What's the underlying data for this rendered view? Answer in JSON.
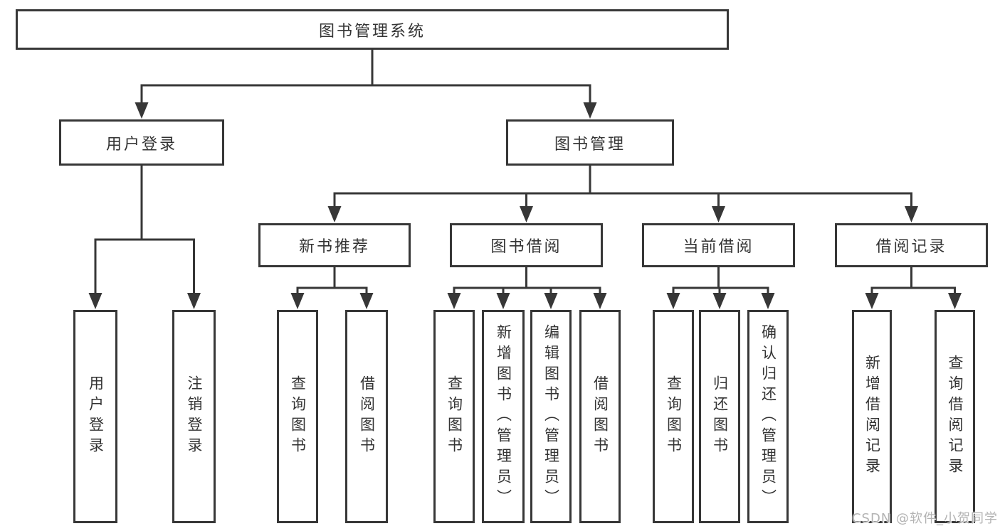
{
  "tree": {
    "label": "图书管理系统",
    "children": [
      {
        "label": "用户登录",
        "children": [
          {
            "label": "用户登录"
          },
          {
            "label": "注销登录"
          }
        ]
      },
      {
        "label": "图书管理",
        "children": [
          {
            "label": "新书推荐",
            "children": [
              {
                "label": "查询图书"
              },
              {
                "label": "借阅图书"
              }
            ]
          },
          {
            "label": "图书借阅",
            "children": [
              {
                "label": "查询图书"
              },
              {
                "label": "新增图书（管理员）"
              },
              {
                "label": "编辑图书（管理员）"
              },
              {
                "label": "借阅图书"
              }
            ]
          },
          {
            "label": "当前借阅",
            "children": [
              {
                "label": "查询图书"
              },
              {
                "label": "归还图书"
              },
              {
                "label": "确认归还（管理员）"
              }
            ]
          },
          {
            "label": "借阅记录",
            "children": [
              {
                "label": "新增借阅记录"
              },
              {
                "label": "查询借阅记录"
              }
            ]
          }
        ]
      }
    ]
  },
  "watermark": {
    "text": "CSDN @软件_小贺同学"
  },
  "colors": {
    "line": "#373737",
    "text": "#333333",
    "watermark": "#b3b3b3",
    "background": "#ffffff"
  }
}
